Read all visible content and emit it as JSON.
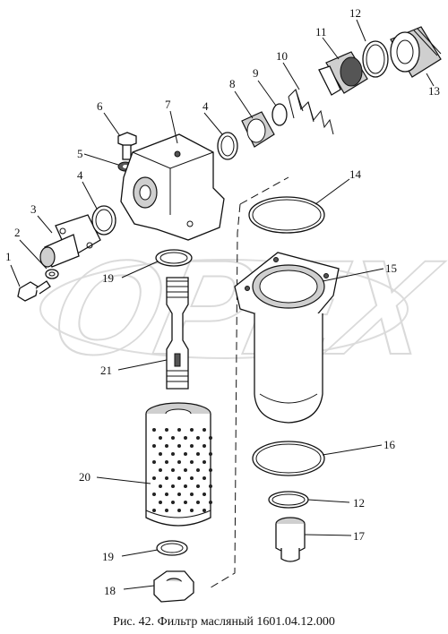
{
  "caption": "Рис. 42. Фильтр масляный 1601.04.12.000",
  "watermark_text": "ОРЕХ",
  "callouts": [
    {
      "id": "c1",
      "label": "1"
    },
    {
      "id": "c2",
      "label": "2"
    },
    {
      "id": "c3",
      "label": "3"
    },
    {
      "id": "c4a",
      "label": "4"
    },
    {
      "id": "c4b",
      "label": "4"
    },
    {
      "id": "c5",
      "label": "5"
    },
    {
      "id": "c6",
      "label": "6"
    },
    {
      "id": "c7",
      "label": "7"
    },
    {
      "id": "c8",
      "label": "8"
    },
    {
      "id": "c9",
      "label": "9"
    },
    {
      "id": "c10",
      "label": "10"
    },
    {
      "id": "c11",
      "label": "11"
    },
    {
      "id": "c12a",
      "label": "12"
    },
    {
      "id": "c13",
      "label": "13"
    },
    {
      "id": "c14",
      "label": "14"
    },
    {
      "id": "c15",
      "label": "15"
    },
    {
      "id": "c16",
      "label": "16"
    },
    {
      "id": "c12b",
      "label": "12"
    },
    {
      "id": "c17",
      "label": "17"
    },
    {
      "id": "c18",
      "label": "18"
    },
    {
      "id": "c19a",
      "label": "19"
    },
    {
      "id": "c19b",
      "label": "19"
    },
    {
      "id": "c20",
      "label": "20"
    },
    {
      "id": "c21",
      "label": "21"
    }
  ]
}
